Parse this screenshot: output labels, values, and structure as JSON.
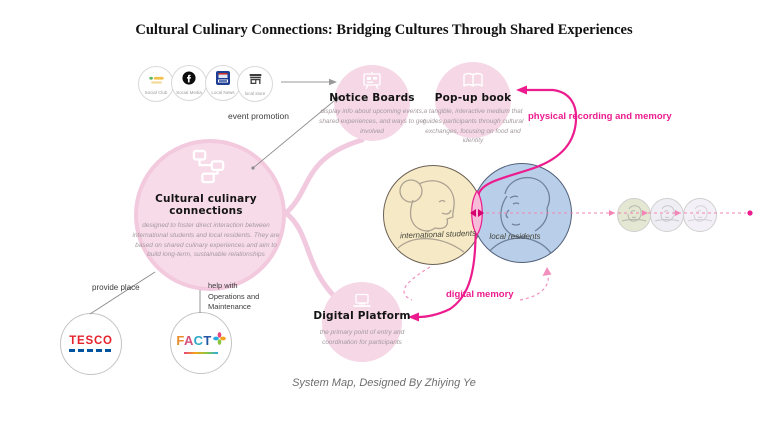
{
  "title": "Cultural Culinary Connections: Bridging Cultures Through Shared Experiences",
  "footer": "System Map, Designed By Zhiying Ye",
  "channels": {
    "items": [
      {
        "label": "Social Club"
      },
      {
        "label": "Social Media"
      },
      {
        "label": "Local News"
      },
      {
        "label": "local store"
      }
    ]
  },
  "nodes": {
    "notice_boards": {
      "title": "Notice Boards",
      "description": "display info about upcoming events, shared experiences, and ways to get involved"
    },
    "pop_up_book": {
      "title": "Pop-up book",
      "description": "a tangible, interactive medium that guides participants through cultural exchanges, focusing on food and identity"
    },
    "hub": {
      "title": "Cultural culinary connections",
      "description": "designed to foster direct interaction between international students and local residents. They are based on shared culinary experiences and aim to build long-term, sustainable relationships"
    },
    "digital_platform": {
      "title": "Digital Platform",
      "description": "the primary point of entry and coordination for participants"
    }
  },
  "actors": {
    "international_students": {
      "label": "international students"
    },
    "local_residents": {
      "label": "local residents"
    }
  },
  "flows": {
    "event_promotion": "event promotion",
    "physical_memory": "physical recording and memory",
    "digital_memory": "digital memory"
  },
  "partners": {
    "tesco": {
      "name": "TESCO",
      "role": "provide place"
    },
    "fact": {
      "name": "FACT",
      "role": "help with\nOperations and\nMaintenance"
    }
  },
  "colors": {
    "accent_pink": "#ec1c8e",
    "node_pink": "#f5d7e5",
    "hub_pink": "#f8dbe9",
    "students_yellow": "#f6e9c6",
    "residents_blue": "#b9cfe9",
    "tesco_red": "#e4232c",
    "tesco_blue": "#00539f"
  }
}
